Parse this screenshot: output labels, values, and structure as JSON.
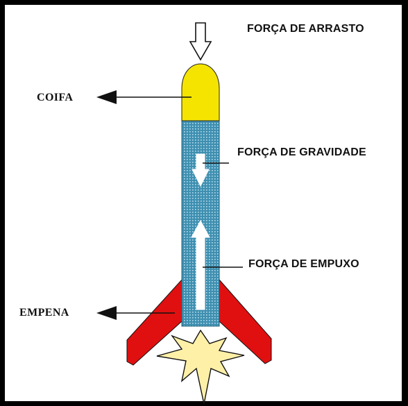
{
  "labels": {
    "drag_force": "FORÇA DE ARRASTO",
    "nose_cone": "COIFA",
    "gravity_force": "FORÇA DE GRAVIDADE",
    "thrust_force": "FORÇA DE EMPUXO",
    "fin": "EMPENA"
  },
  "colors": {
    "frame_outer": "#000000",
    "frame_inner": "#ffffff",
    "nose_cone": "#f5e400",
    "body": "#3f8fb0",
    "body_dots": "#b8dff0",
    "fin": "#e01010",
    "flame": "#fff0a8",
    "arrow": "#111111",
    "force_arrow_fill": "#ffffff"
  },
  "icons": {
    "drag_arrow": "hollow-down-arrow",
    "gravity_arrow": "hollow-down-arrow",
    "thrust_arrow": "hollow-up-arrow",
    "pointer_arrow": "solid-left-arrow"
  }
}
